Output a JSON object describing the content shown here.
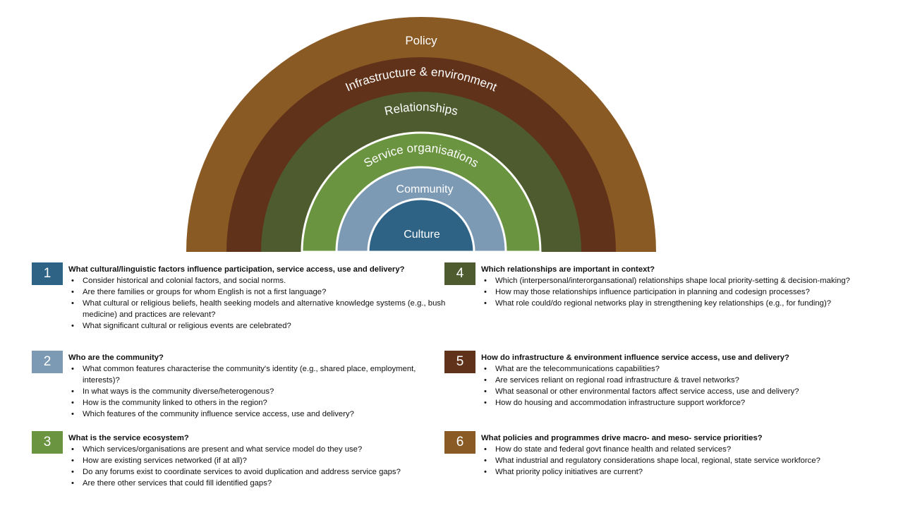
{
  "rings": [
    {
      "label": "Policy",
      "color": "#8A5A25"
    },
    {
      "label": "Infrastructure & environment",
      "color": "#61321A"
    },
    {
      "label": "Relationships",
      "color": "#4E5B2F"
    },
    {
      "label": "Service organisations",
      "color": "#6B9440"
    },
    {
      "label": "Community",
      "color": "#7D9AB4"
    },
    {
      "label": "Culture",
      "color": "#2E6386"
    }
  ],
  "sections": [
    {
      "number": "1",
      "color": "#2E6386",
      "question": "What cultural/linguistic factors influence participation, service access, use and delivery?",
      "bullets": [
        "Consider historical and colonial factors, and social norms.",
        "Are there families or groups for whom English is not a first language?",
        "What cultural or religious beliefs, health seeking models and alternative knowledge systems (e.g., bush medicine) and practices are relevant?",
        "What significant cultural or religious events are celebrated?"
      ]
    },
    {
      "number": "2",
      "color": "#7D9AB4",
      "question": "Who are the community?",
      "bullets": [
        "What common features characterise the community's identity (e.g., shared place, employment, interests)?",
        "In what ways is the community diverse/heterogenous?",
        "How is the community linked to others in the region?",
        "Which features of the community influence service access, use and delivery?"
      ]
    },
    {
      "number": "3",
      "color": "#6B9440",
      "question": "What is the service ecosystem?",
      "bullets": [
        "Which services/organisations are present and what service model do they use?",
        "How are existing services networked (if at all)?",
        "Do any forums exist to coordinate services to avoid duplication and address service gaps?",
        "Are there other services that could fill identified gaps?"
      ]
    },
    {
      "number": "4",
      "color": "#4E5B2F",
      "question": "Which relationships are important in context?",
      "bullets": [
        "Which (interpersonal/interorgansational) relationships shape local priority-setting & decision-making?",
        "How may those relationships influence participation in planning and codesign processes?",
        "What role could/do regional networks play in strengthening key relationships (e.g., for funding)?"
      ]
    },
    {
      "number": "5",
      "color": "#61321A",
      "question": "How do infrastructure & environment influence service access, use and delivery?",
      "bullets": [
        "What are the telecommunications capabilities?",
        "Are services reliant on regional road infrastructure & travel networks?",
        "What seasonal or other environmental factors affect service access, use and delivery?",
        "How do housing and accommodation infrastructure support workforce?"
      ]
    },
    {
      "number": "6",
      "color": "#8A5A25",
      "question": "What policies and programmes drive macro- and meso- service priorities?",
      "bullets": [
        "How do state and federal govt finance health and related services?",
        "What industrial and regulatory considerations shape local, regional, state service workforce?",
        "What priority policy initiatives are current?"
      ]
    }
  ]
}
